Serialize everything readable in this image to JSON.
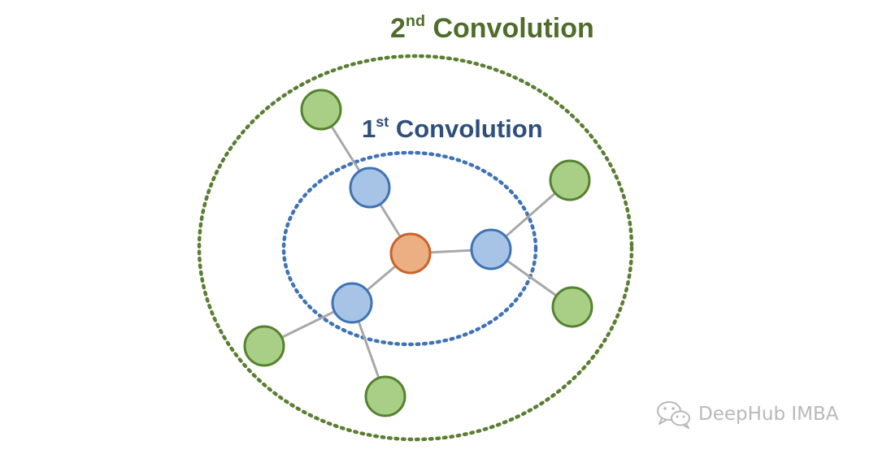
{
  "titles": {
    "second": {
      "number": "2",
      "suffix": "nd",
      "word": " Convolution"
    },
    "first": {
      "number": "1",
      "suffix": "st",
      "word": " Convolution"
    }
  },
  "watermark": {
    "text": "DeepHub IMBA",
    "icon": "wechat-icon"
  },
  "colors": {
    "outer_ring": "#5b7e33",
    "inner_ring": "#3f73b4",
    "edge": "#a8a8a8",
    "center_fill": "#ecae83",
    "center_stroke": "#c9632b",
    "hop1_fill": "#a7c4e6",
    "hop1_stroke": "#3f73b4",
    "hop2_fill": "#a9cf87",
    "hop2_stroke": "#55822f",
    "watermark": "#b9b9b9"
  },
  "graph": {
    "nodes": [
      {
        "id": "center",
        "hop": 0
      },
      {
        "id": "b1",
        "hop": 1
      },
      {
        "id": "b2",
        "hop": 1
      },
      {
        "id": "b3",
        "hop": 1
      },
      {
        "id": "g1",
        "hop": 2
      },
      {
        "id": "g2",
        "hop": 2
      },
      {
        "id": "g3",
        "hop": 2
      },
      {
        "id": "g4",
        "hop": 2
      },
      {
        "id": "g5",
        "hop": 2
      }
    ],
    "edges": [
      [
        "center",
        "b1"
      ],
      [
        "center",
        "b2"
      ],
      [
        "center",
        "b3"
      ],
      [
        "b1",
        "g1"
      ],
      [
        "b2",
        "g2"
      ],
      [
        "b2",
        "g3"
      ],
      [
        "b3",
        "g4"
      ],
      [
        "b3",
        "g5"
      ]
    ]
  }
}
